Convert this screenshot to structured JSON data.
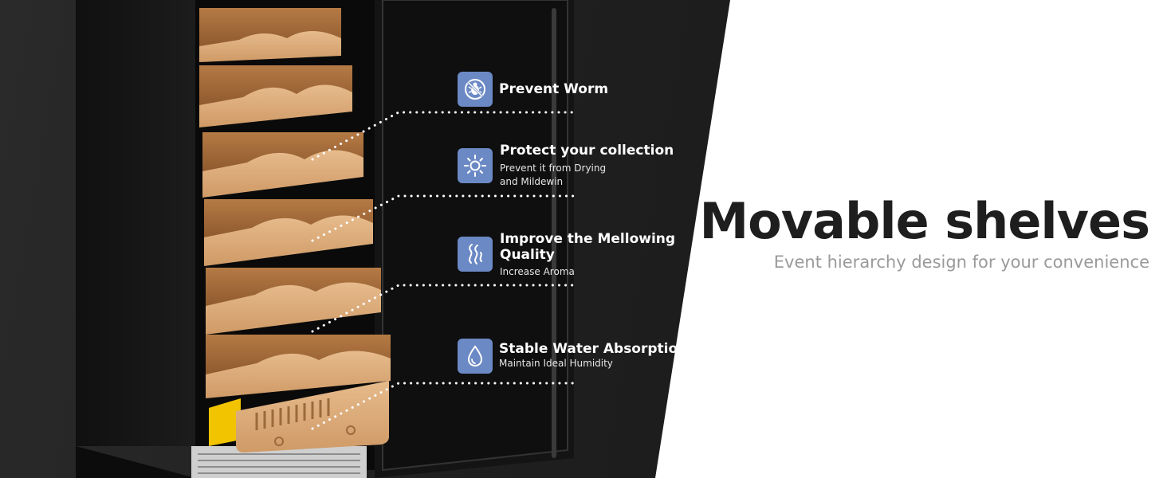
{
  "headline": "Movable shelves",
  "subheadline": "Event hierarchy design for your convenience",
  "features": [
    {
      "title": "Prevent Worm",
      "subtitle_lines": [],
      "icon": "bug-blocked-icon"
    },
    {
      "title": "Protect your collection",
      "subtitle_lines": [
        "Prevent it from Drying",
        "and Mildewin"
      ],
      "icon": "sun-icon"
    },
    {
      "title_lines": [
        "Improve the Mellowing",
        "Quality"
      ],
      "subtitle_lines": [
        "Increase Aroma"
      ],
      "icon": "aroma-waves-icon"
    },
    {
      "title": "Stable Water Absorption",
      "subtitle_lines": [
        "Maintain Ideal Humidity"
      ],
      "icon": "water-drop-icon"
    }
  ],
  "colors": {
    "icon_background": "#6b89c4",
    "dark_panel": "#1f1f1f",
    "cedar_wood": "#d9a878",
    "headline": "#1e1e1e",
    "subheadline": "#9a9a9a",
    "humidifier_yellow": "#f2c400"
  }
}
